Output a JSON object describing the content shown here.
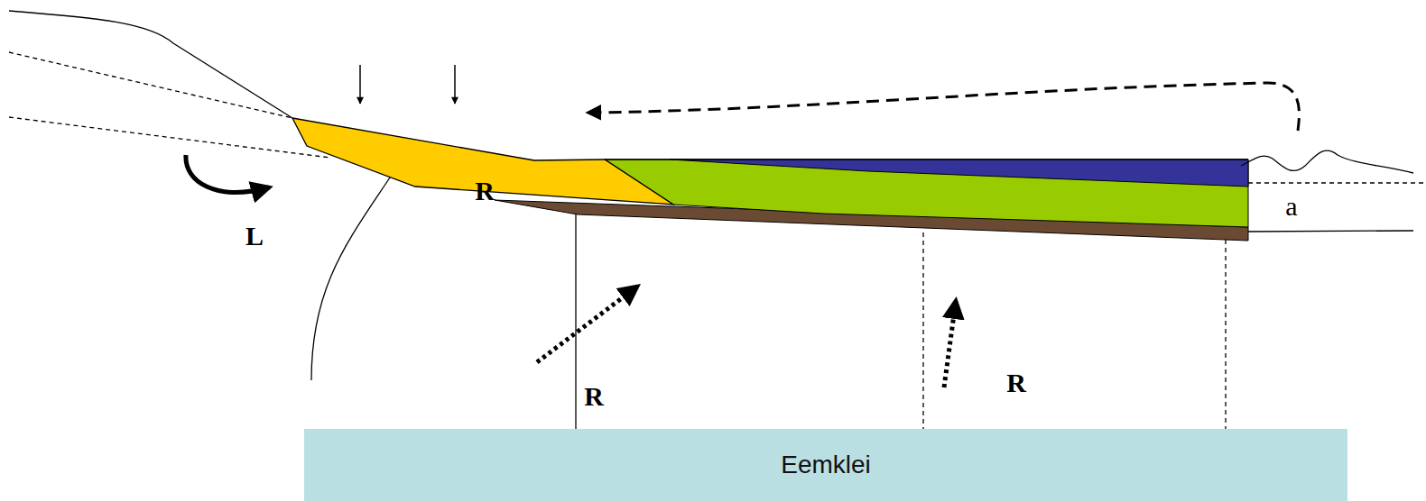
{
  "diagram": {
    "nodes": [
      {
        "text": [
          "Eemklei"
        ]
      }
    ],
    "labels": [
      "L",
      "R",
      "R",
      "R",
      "a"
    ]
  }
}
